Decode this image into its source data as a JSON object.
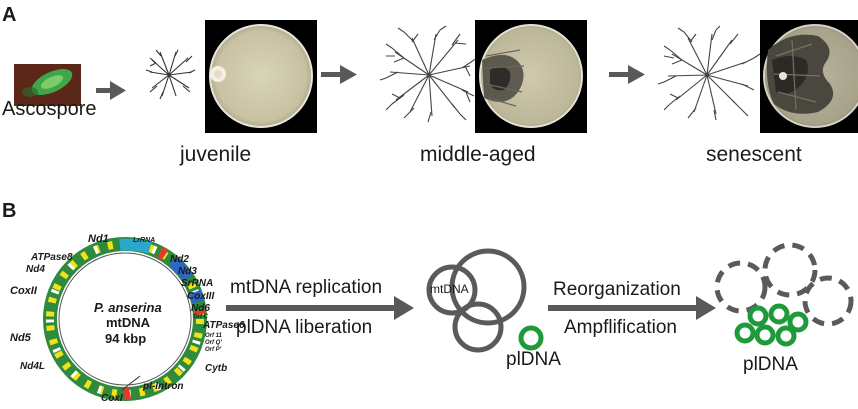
{
  "panel_a": {
    "letter": "A",
    "spore_label": "Ascospore",
    "stages": [
      {
        "label": "juvenile"
      },
      {
        "label": "middle-aged"
      },
      {
        "label": "senescent"
      }
    ]
  },
  "panel_b": {
    "letter": "B",
    "genome": {
      "species": "P. anserina",
      "name": "mtDNA",
      "size": "94 kbp",
      "genes": {
        "nd1": "Nd1",
        "lrrna": "LrRNA",
        "atpase8": "ATPase8",
        "nd4": "Nd4",
        "nd2": "Nd2",
        "nd3": "Nd3",
        "srrna": "SrRNA",
        "coxiii": "CoxIII",
        "nd6": "Nd6",
        "orfc": "Orf C",
        "coxii": "CoxII",
        "atpase6": "ATPase6",
        "orf11": "Orf 11",
        "orfq": "Orf Q'",
        "orfp": "Orf P'",
        "nd5": "Nd5",
        "nd4l": "Nd4L",
        "cytb": "Cytb",
        "coxi": "CoxI",
        "intron": "pl-Intron"
      }
    },
    "process1": {
      "line1": "mtDNA replication",
      "line2": "plDNA liberation"
    },
    "circle_label": "mtDNA",
    "pldna_label": "plDNA",
    "process2": {
      "line1": "Reorganization",
      "line2": "Ampflification"
    },
    "pldna_label_2": "plDNA",
    "colors": {
      "gray_circle": "#5a5a5a",
      "pldna_green": "#1f9a3a",
      "ring_green": "#2e8b3e",
      "arrow": "#595959"
    }
  }
}
